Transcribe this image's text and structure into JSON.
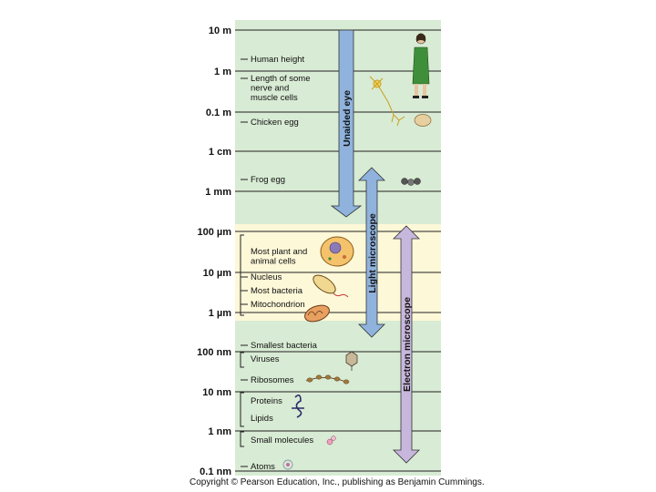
{
  "scale_marks": [
    {
      "label": "10 m"
    },
    {
      "label": "1 m"
    },
    {
      "label": "0.1 m"
    },
    {
      "label": "1 cm"
    },
    {
      "label": "1 mm"
    },
    {
      "label": "100 µm"
    },
    {
      "label": "10   µm"
    },
    {
      "label": "1   µm"
    },
    {
      "label": "100 nm"
    },
    {
      "label": "10 nm"
    },
    {
      "label": "1 nm"
    },
    {
      "label": "0.1 nm"
    }
  ],
  "items": [
    {
      "lines": [
        "Human height"
      ]
    },
    {
      "lines": [
        "Length of some",
        "nerve and",
        "muscle cells"
      ]
    },
    {
      "lines": [
        "Chicken egg"
      ]
    },
    {
      "lines": [
        "Frog egg"
      ]
    },
    {
      "lines": [
        "Most plant and",
        "animal cells"
      ]
    },
    {
      "lines": [
        "Nucleus"
      ]
    },
    {
      "lines": [
        "Most bacteria"
      ]
    },
    {
      "lines": [
        "Mitochondrion"
      ]
    },
    {
      "lines": [
        "Smallest bacteria"
      ]
    },
    {
      "lines": [
        "Viruses"
      ]
    },
    {
      "lines": [
        "Ribosomes"
      ]
    },
    {
      "lines": [
        "Proteins"
      ]
    },
    {
      "lines": [
        "Lipids"
      ]
    },
    {
      "lines": [
        "Small molecules"
      ]
    },
    {
      "lines": [
        "Atoms"
      ]
    }
  ],
  "ranges": [
    {
      "label": "Unaided eye",
      "color": "#8fb3dd"
    },
    {
      "label": "Light microscope",
      "color": "#8fb3dd"
    },
    {
      "label": "Electron microscope",
      "color": "#c7b7dc"
    }
  ],
  "colors": {
    "green_band": "#d8ebd4",
    "yellow_band": "#fdf8d8",
    "line": "#222222"
  },
  "copyright": "Copyright © Pearson Education, Inc., publishing as Benjamin Cummings."
}
